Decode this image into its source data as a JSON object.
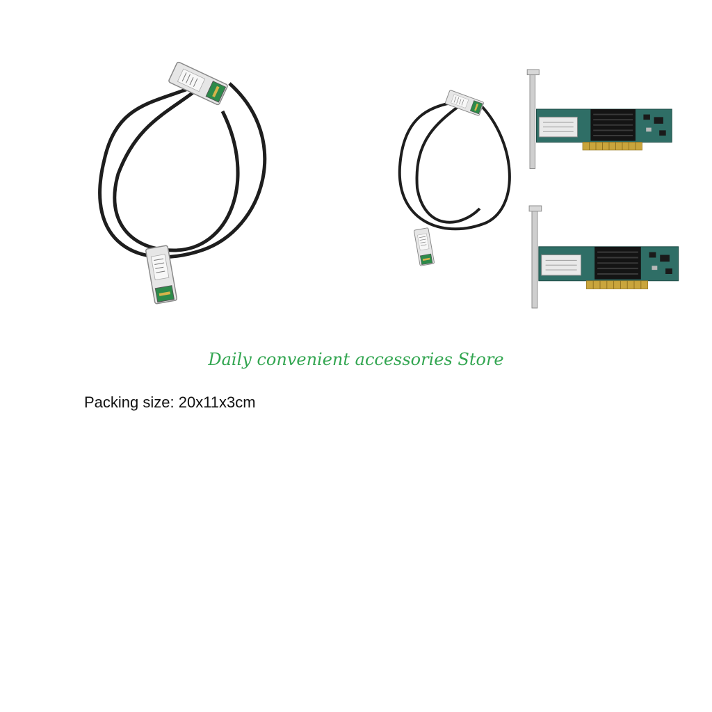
{
  "store_name": "Daily convenient accessories Store",
  "packing_text": "Packing size: 20x11x3cm",
  "colors": {
    "store_text": "#33a651",
    "cable": "#1e1e1e",
    "pcb": "#2f6e66",
    "heatsink": "#141414",
    "gold_fingers": "#c9a53c",
    "bracket": "#c8c8c8"
  },
  "products": [
    "sfp-dac-cable",
    "network-adapter-card"
  ]
}
